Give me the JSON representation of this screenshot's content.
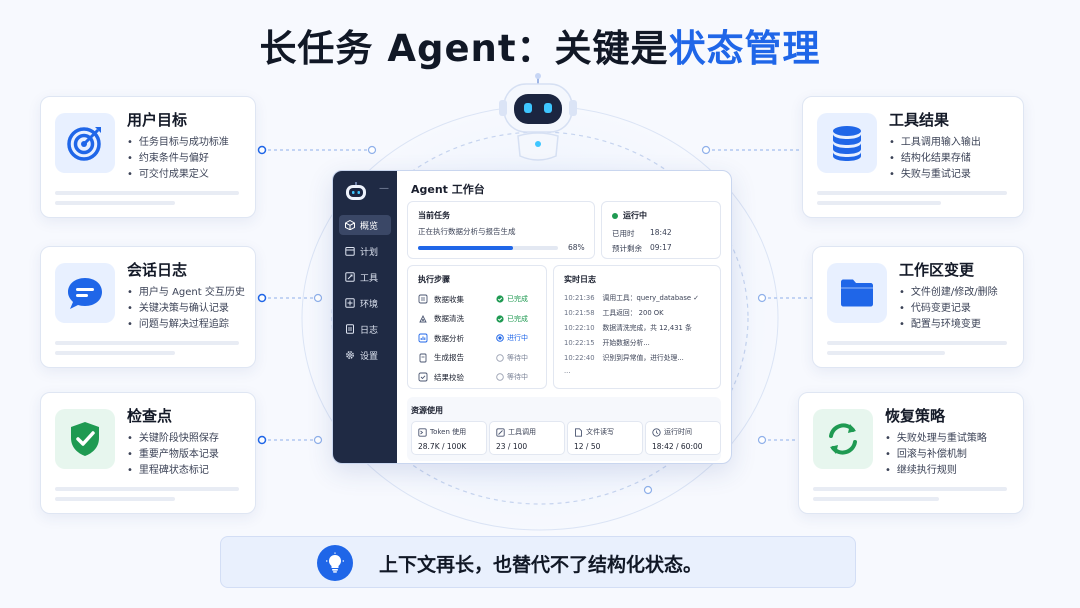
{
  "title": {
    "prefix": "长任务 Agent：关键是",
    "accent": "状态管理"
  },
  "cards": {
    "user_goal": {
      "title": "用户目标",
      "icon": "target-icon",
      "items": [
        "任务目标与成功标准",
        "约束条件与偏好",
        "可交付成果定义"
      ]
    },
    "session_log": {
      "title": "会话日志",
      "icon": "chat-bubble-icon",
      "items": [
        "用户与 Agent 交互历史",
        "关键决策与确认记录",
        "问题与解决过程追踪"
      ]
    },
    "checkpoint": {
      "title": "检查点",
      "icon": "shield-check-icon",
      "items": [
        "关键阶段快照保存",
        "重要产物版本记录",
        "里程碑状态标记"
      ]
    },
    "tool_results": {
      "title": "工具结果",
      "icon": "database-icon",
      "items": [
        "工具调用输入输出",
        "结构化结果存储",
        "失败与重试记录"
      ]
    },
    "workspace_changes": {
      "title": "工作区变更",
      "icon": "folder-icon",
      "items": [
        "文件创建/修改/删除",
        "代码变更记录",
        "配置与环境变更"
      ]
    },
    "recovery": {
      "title": "恢复策略",
      "icon": "refresh-cycle-icon",
      "items": [
        "失败处理与重试策略",
        "回滚与补偿机制",
        "继续执行规则"
      ]
    }
  },
  "panel": {
    "title": "Agent 工作台",
    "sidebar": [
      {
        "label": "概览",
        "icon": "cube-icon",
        "active": true
      },
      {
        "label": "计划",
        "icon": "calendar-icon"
      },
      {
        "label": "工具",
        "icon": "tool-icon"
      },
      {
        "label": "环境",
        "icon": "box-icon"
      },
      {
        "label": "日志",
        "icon": "document-icon"
      },
      {
        "label": "设置",
        "icon": "gear-icon"
      }
    ],
    "current_task": {
      "label": "当前任务",
      "desc": "正在执行数据分析与报告生成",
      "progress": 68,
      "progress_text": "68%"
    },
    "status": {
      "state": "运行中",
      "elapsed_label": "已用时",
      "elapsed": "18:42",
      "remaining_label": "预计剩余",
      "remaining": "09:17"
    },
    "steps": {
      "label": "执行步骤",
      "items": [
        {
          "name": "数据收集",
          "status": "已完成",
          "kind": "done",
          "icon": "database-icon"
        },
        {
          "name": "数据清洗",
          "status": "已完成",
          "kind": "done",
          "icon": "clean-icon"
        },
        {
          "name": "数据分析",
          "status": "进行中",
          "kind": "run",
          "icon": "bar-chart-icon"
        },
        {
          "name": "生成报告",
          "status": "等待中",
          "kind": "wait",
          "icon": "report-icon"
        },
        {
          "name": "结果校验",
          "status": "等待中",
          "kind": "wait",
          "icon": "check-doc-icon"
        }
      ]
    },
    "logs": {
      "label": "实时日志",
      "items": [
        {
          "time": "10:21:36",
          "text": "调用工具：query_database ✓"
        },
        {
          "time": "10:21:58",
          "text": "工具返回： 200 OK"
        },
        {
          "time": "10:22:10",
          "text": "数据清洗完成，共 12,431 条"
        },
        {
          "time": "10:22:15",
          "text": "开始数据分析..."
        },
        {
          "time": "10:22:40",
          "text": "识别到异常值，进行处理..."
        },
        {
          "time": "...",
          "text": ""
        }
      ]
    },
    "resources": {
      "label": "资源使用",
      "items": [
        {
          "name": "Token 使用",
          "value": "28.7K / 100K",
          "icon": "token-icon"
        },
        {
          "name": "工具调用",
          "value": "23 / 100",
          "icon": "tool-call-icon"
        },
        {
          "name": "文件读写",
          "value": "12 / 50",
          "icon": "file-icon"
        },
        {
          "name": "运行时间",
          "value": "18:42 / 60:00",
          "icon": "clock-icon"
        }
      ]
    }
  },
  "banner": {
    "icon": "lightbulb-icon",
    "text": "上下文再长，也替代不了结构化状态。"
  },
  "colors": {
    "accent": "#1f66e8",
    "success": "#1f9a52",
    "panel_sidebar": "#1f2a44"
  }
}
